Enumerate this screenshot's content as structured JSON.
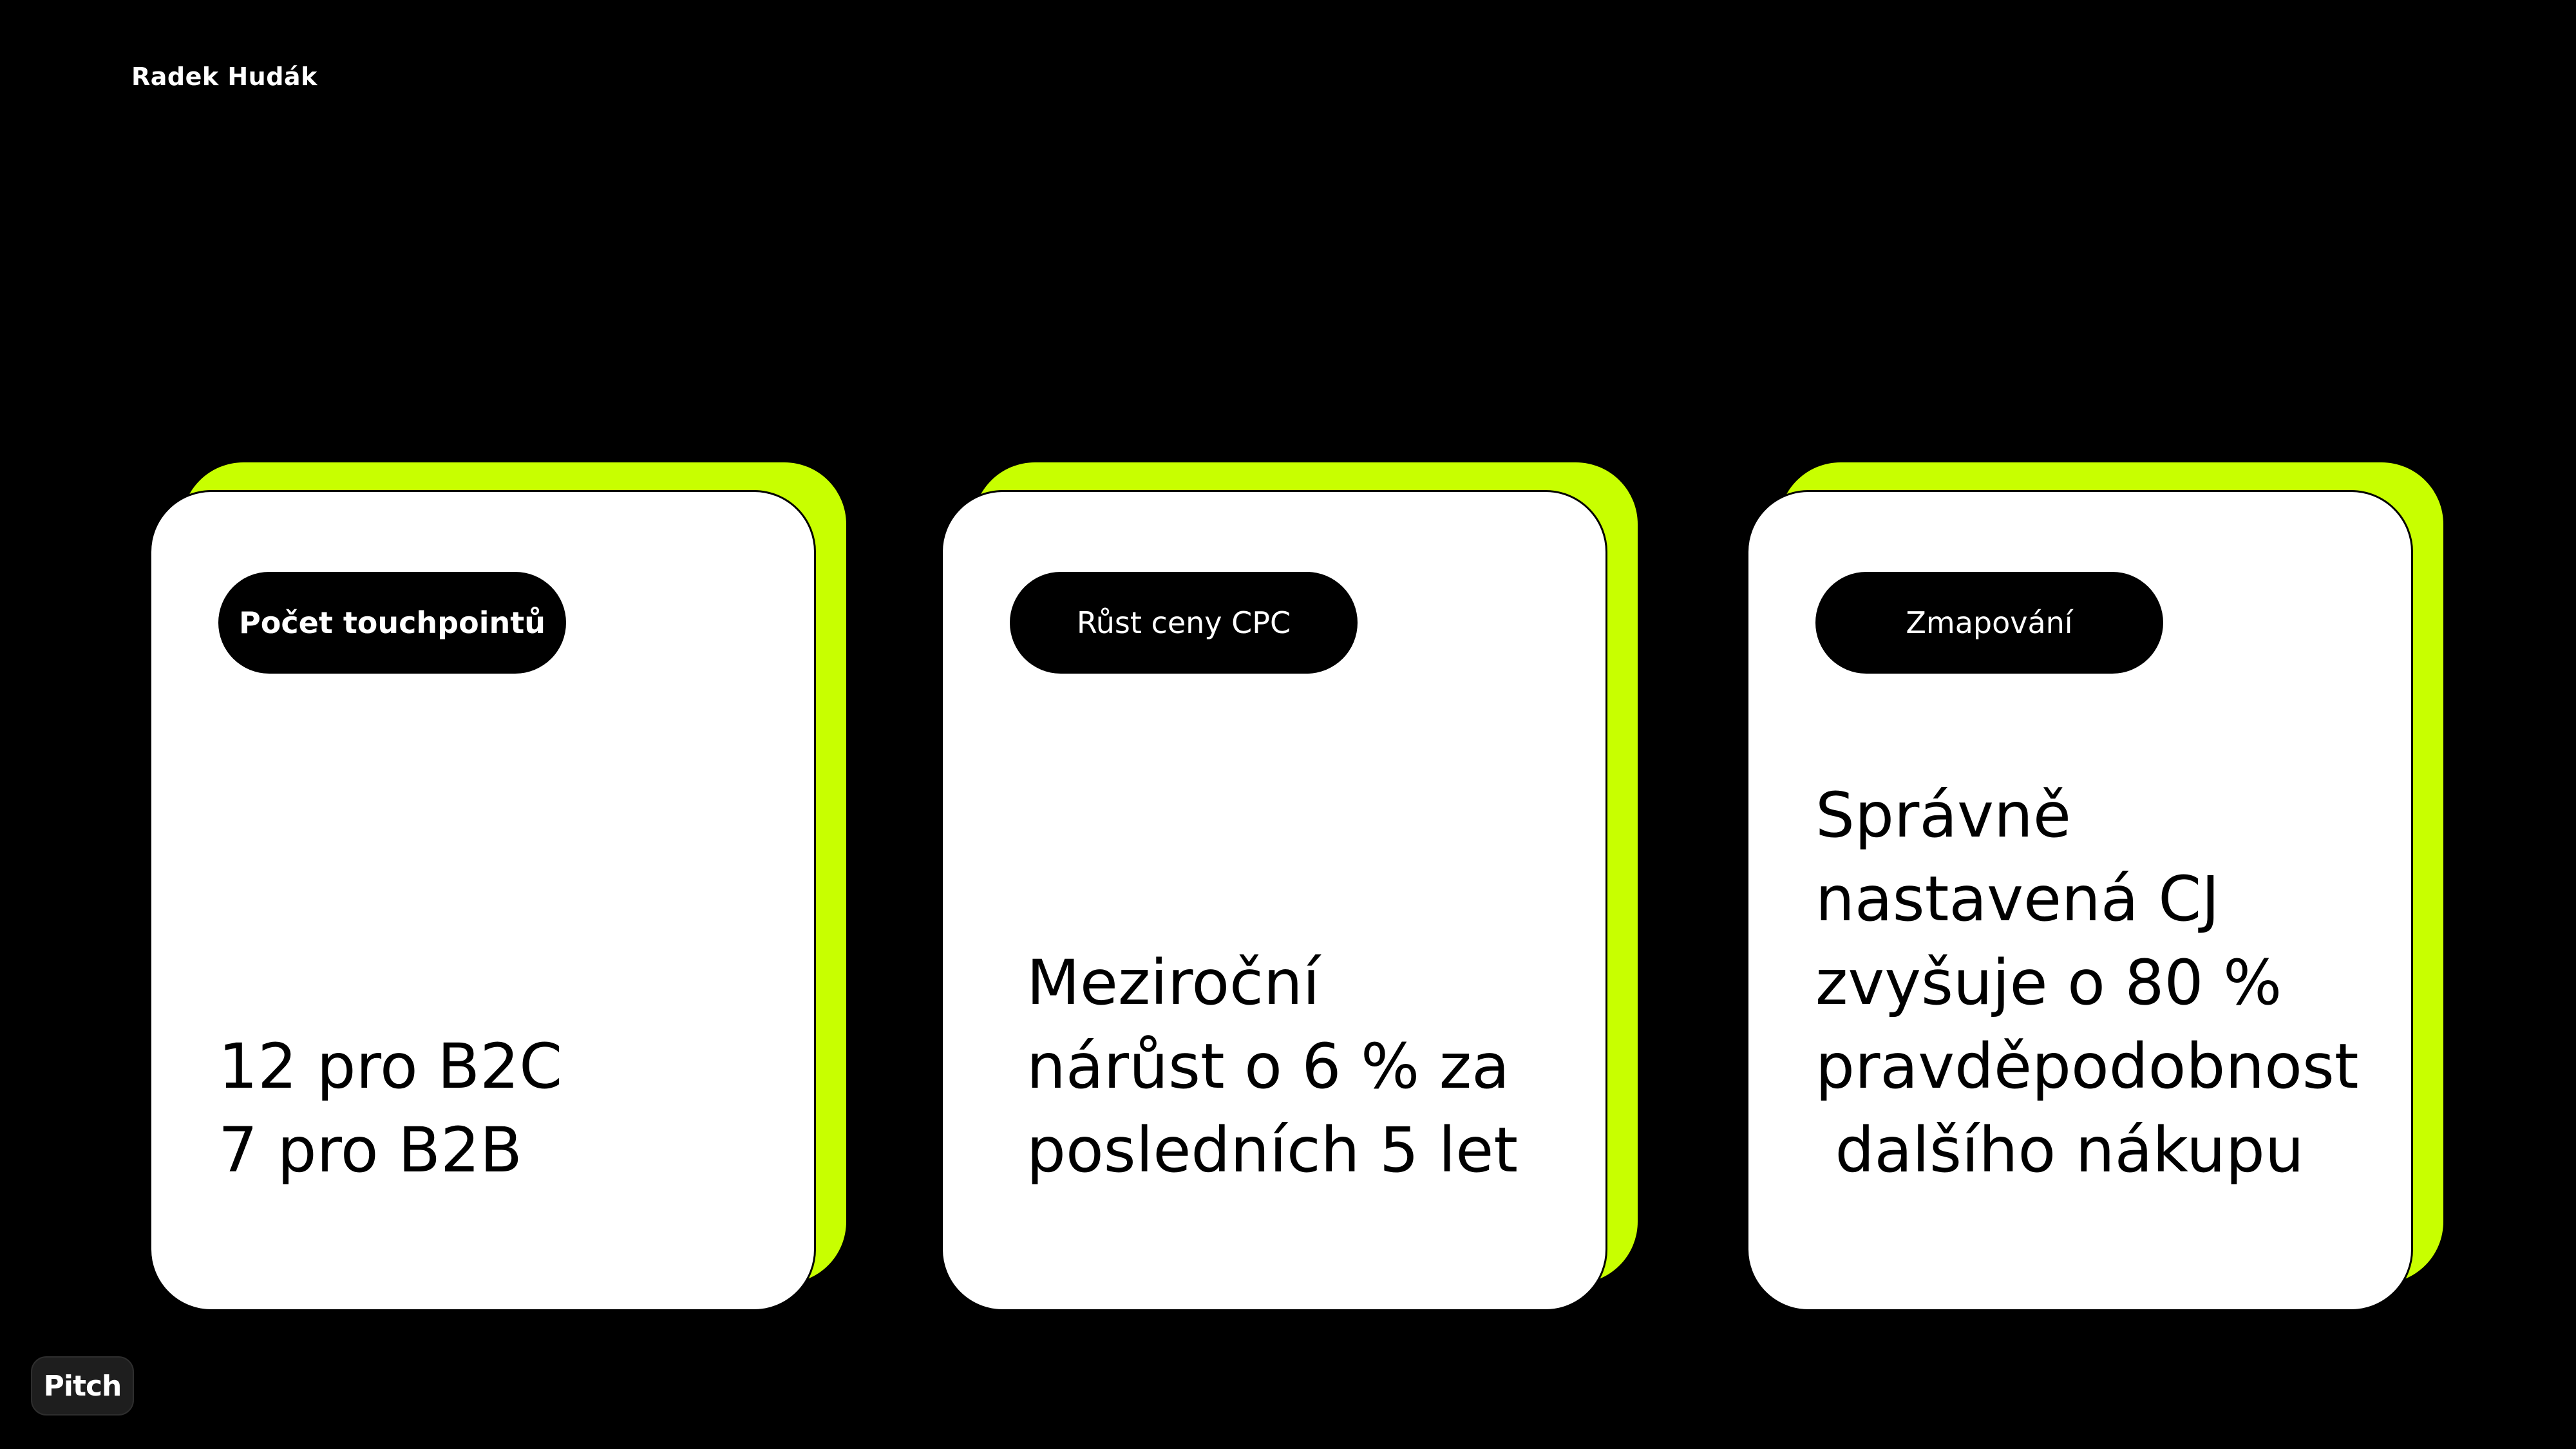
{
  "author": "Radek Hudák",
  "cards": [
    {
      "label": "Počet touchpointů",
      "text": "12 pro B2C\n7 pro B2B"
    },
    {
      "label": "Růst ceny CPC",
      "text": "Meziroční\nnárůst o 6 % za\nposledních 5 let"
    },
    {
      "label": "Zmapování",
      "text": "Správně\nnastavená CJ\nzvyšuje o 80 %\npravděpodobnost\n dalšího nákupu"
    }
  ],
  "branding": {
    "badge_label": "Pitch"
  },
  "colors": {
    "background": "#000000",
    "accent": "#c8ff00",
    "card": "#ffffff"
  }
}
